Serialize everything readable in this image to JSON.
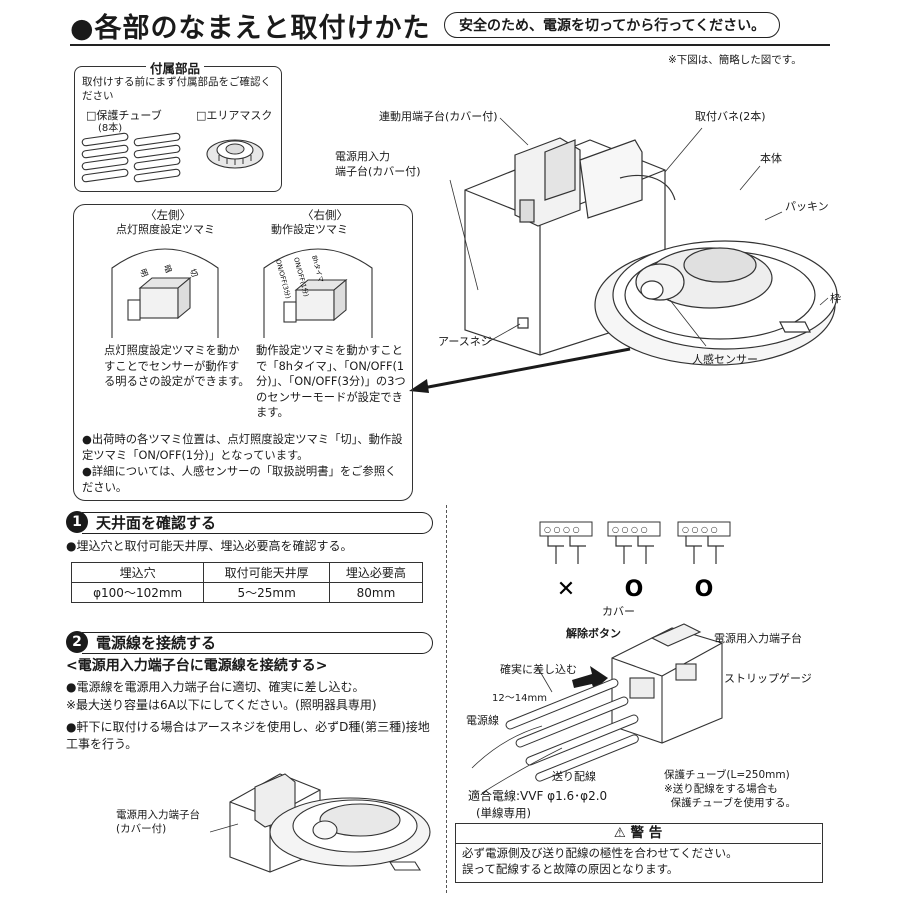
{
  "header": {
    "title": "●各部のなまえと取付けかた",
    "safety_note": "安全のため、電源を切ってから行ってください。",
    "simplified_note": "※下図は、簡略した図です。"
  },
  "accessories": {
    "title": "付属部品",
    "instruction": "取付けする前にまず付属部品をご確認ください",
    "items": [
      {
        "label": "□保護チューブ",
        "qty": "(8本)"
      },
      {
        "label": "□エリアマスク",
        "qty": ""
      }
    ]
  },
  "fixture_labels": {
    "link_terminal": "連動用端子台(カバー付)",
    "spring": "取付バネ(2本)",
    "power_terminal": "電源用入力\n端子台(カバー付)",
    "body": "本体",
    "packing": "パッキン",
    "frame": "枠",
    "earth_screw": "アースネジ",
    "sensor": "人感センサー"
  },
  "knobs": {
    "left": {
      "side": "〈左側〉",
      "name": "点灯照度設定ツマミ",
      "dial_marks": [
        "明",
        "暗",
        "切"
      ],
      "desc": "点灯照度設定ツマミを動かすことでセンサーが動作する明るさの設定ができます。"
    },
    "right": {
      "side": "〈右側〉",
      "name": "動作設定ツマミ",
      "dial_marks": [
        "ON/OFF(3分)",
        "ON/OFF(1分)",
        "8hタイマ"
      ],
      "desc": "動作設定ツマミを動かすことで「8hタイマ」、「ON/OFF(1分)」、「ON/OFF(3分)」の3つのセンサーモードが設定できます。"
    },
    "notes": [
      "●出荷時の各ツマミ位置は、点灯照度設定ツマミ「切」、動作設定ツマミ「ON/OFF(1分)」となっています。",
      "●詳細については、人感センサーの「取扱説明書」をご参照ください。"
    ]
  },
  "section1": {
    "number": "1",
    "title": "天井面を確認する",
    "note": "●埋込穴と取付可能天井厚、埋込必要高を確認する。",
    "table": {
      "headers": [
        "埋込穴",
        "取付可能天井厚",
        "埋込必要高"
      ],
      "rows": [
        [
          "φ100〜102mm",
          "5〜25mm",
          "80mm"
        ]
      ]
    }
  },
  "section2": {
    "number": "2",
    "title": "電源線を接続する",
    "subtitle": "<電源用入力端子台に電源線を接続する>",
    "notes": [
      "●電源線を電源用入力端子台に適切、確実に差し込む。",
      "※最大送り容量は6A以下にしてください。(照明器具専用)",
      "●軒下に取付ける場合はアースネジを使用し、必ずD種(第三種)接地工事を行う。"
    ],
    "small_fixture_label": "電源用入力端子台\n(カバー付)"
  },
  "wiring": {
    "marks": [
      "✕",
      "O",
      "O"
    ],
    "labels": {
      "cover": "カバー",
      "release_button": "解除ボタン",
      "power_terminal": "電源用入力端子台",
      "insert": "確実に差し込む",
      "strip_gauge": "ストリップゲージ",
      "strip_length": "12〜14mm",
      "power_wire": "電源線",
      "feed_wire": "送り配線",
      "wire_spec": "適合電線:VVF φ1.6･φ2.0",
      "single_only": "(単線専用)",
      "tube": "保護チューブ(L=250mm)",
      "tube_note": "※送り配線をする場合も\n  保護チューブを使用する。"
    }
  },
  "warning": {
    "title": "⚠ 警 告",
    "lines": [
      "必ず電源側及び送り配線の極性を合わせてください。",
      "誤って配線すると故障の原因となります。"
    ]
  },
  "colors": {
    "ink": "#1a1a1a",
    "line": "#333333",
    "fill_light": "#f2f2f2"
  }
}
